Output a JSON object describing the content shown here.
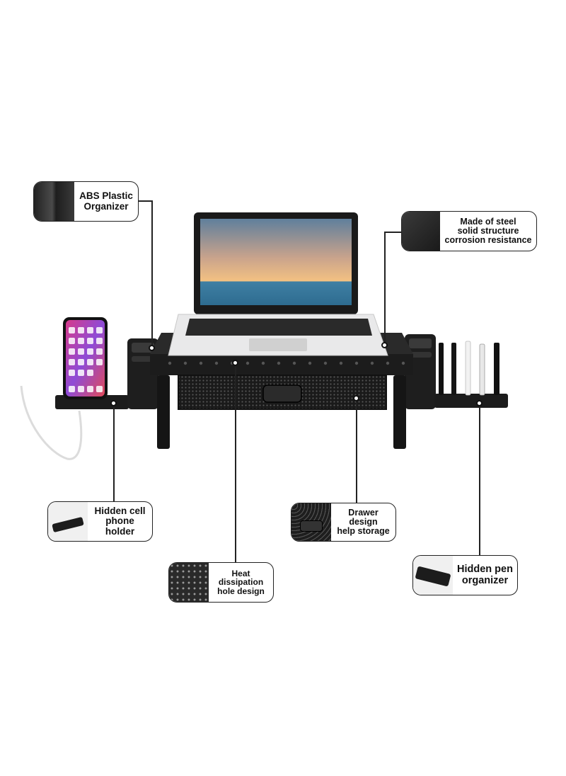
{
  "callouts": {
    "abs_organizer": "ABS Plastic\nOrganizer",
    "steel_structure": "Made of steel\nsolid structure\ncorrosion resistance",
    "phone_holder": "Hidden cell\nphone holder",
    "drawer": "Drawer design\nhelp storage",
    "heat_holes": "Heat dissipation\nhole design",
    "pen_organizer": "Hidden pen\norganizer"
  },
  "colors": {
    "stand": "#1c1c1c",
    "line": "#222222",
    "sky_top": "#5f7f9c",
    "sea": "#3f7fa3"
  }
}
